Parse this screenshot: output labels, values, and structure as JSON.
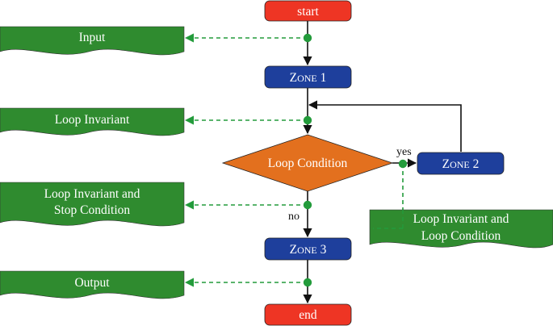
{
  "colors": {
    "terminal": "#EE3524",
    "zone": "#1E3F9C",
    "decision": "#E3701E",
    "assertion": "#2F8B2F",
    "dot": "#239B3B",
    "flow_line": "#111111"
  },
  "nodes": {
    "start": {
      "label": "start"
    },
    "zone1": {
      "cap": "Z",
      "rest": "ONE",
      "num": "1"
    },
    "condition": {
      "label": "Loop Condition"
    },
    "zone2": {
      "cap": "Z",
      "rest": "ONE",
      "num": "2"
    },
    "zone3": {
      "cap": "Z",
      "rest": "ONE",
      "num": "3"
    },
    "end": {
      "label": "end"
    }
  },
  "assertions": {
    "input": {
      "lines": [
        "Input"
      ]
    },
    "loop_invariant": {
      "lines": [
        "Loop Invariant"
      ]
    },
    "invariant_stop": {
      "lines": [
        "Loop Invariant and",
        "Stop Condition"
      ]
    },
    "invariant_cond": {
      "lines": [
        "Loop Invariant and",
        "Loop Condition"
      ]
    },
    "output": {
      "lines": [
        "Output"
      ]
    }
  },
  "edge_labels": {
    "yes": "yes",
    "no": "no"
  }
}
